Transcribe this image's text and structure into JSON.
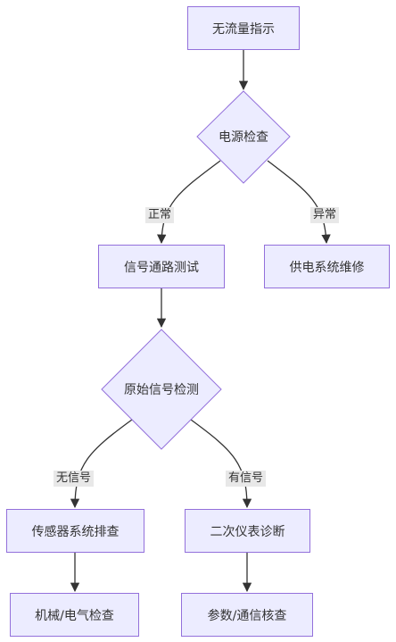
{
  "colors": {
    "node_fill": "#ECECFF",
    "node_border": "#9370DB",
    "edge": "#333333",
    "label_bg": "#e8e8e8",
    "text": "#333333"
  },
  "nodes": {
    "start": "无流量指示",
    "power_check": "电源检查",
    "signal_path_test": "信号通路测试",
    "power_repair": "供电系统维修",
    "raw_signal_detect": "原始信号检测",
    "sensor_check": "传感器系统排查",
    "secondary_instrument": "二次仪表诊断",
    "mech_elec_check": "机械/电气检查",
    "param_comm_check": "参数/通信核查"
  },
  "edges": {
    "normal": "正常",
    "abnormal": "异常",
    "no_signal": "无信号",
    "has_signal": "有信号"
  }
}
